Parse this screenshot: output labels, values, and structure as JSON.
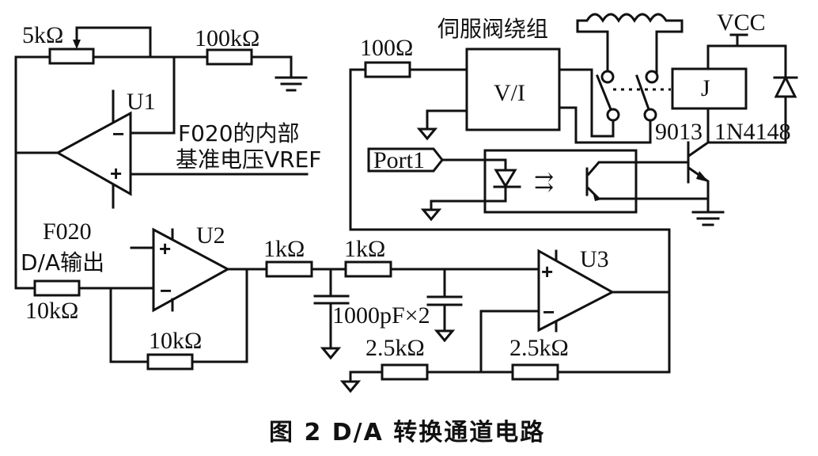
{
  "figure": {
    "caption": "图 2   D/A 转换通道电路"
  },
  "components": {
    "pot_5k": "5kΩ",
    "r_100k": "100kΩ",
    "u1": "U1",
    "vref_line1": "F020的内部",
    "vref_line2": "基准电压VREF",
    "u1_minus": "−",
    "u1_plus": "+",
    "da_line1": "F020",
    "da_line2": "D/A输出",
    "r_in_10k": "10kΩ",
    "r_fb_10k": "10kΩ",
    "u2": "U2",
    "u2_plus": "+",
    "u2_minus": "−",
    "r1_1k": "1kΩ",
    "r2_1k": "1kΩ",
    "cap_label": "1000pF×2",
    "r_25k_a": "2.5kΩ",
    "r_25k_b": "2.5kΩ",
    "u3": "U3",
    "u3_plus": "+",
    "u3_minus": "−",
    "r_100": "100Ω",
    "vi_block": "V/I",
    "servo_coil": "伺服阀绕组",
    "relay": "J",
    "vcc": "VCC",
    "transistor": "9013",
    "diode": "1N4148",
    "port": "Port1",
    "opto_arrow": "⇉"
  }
}
